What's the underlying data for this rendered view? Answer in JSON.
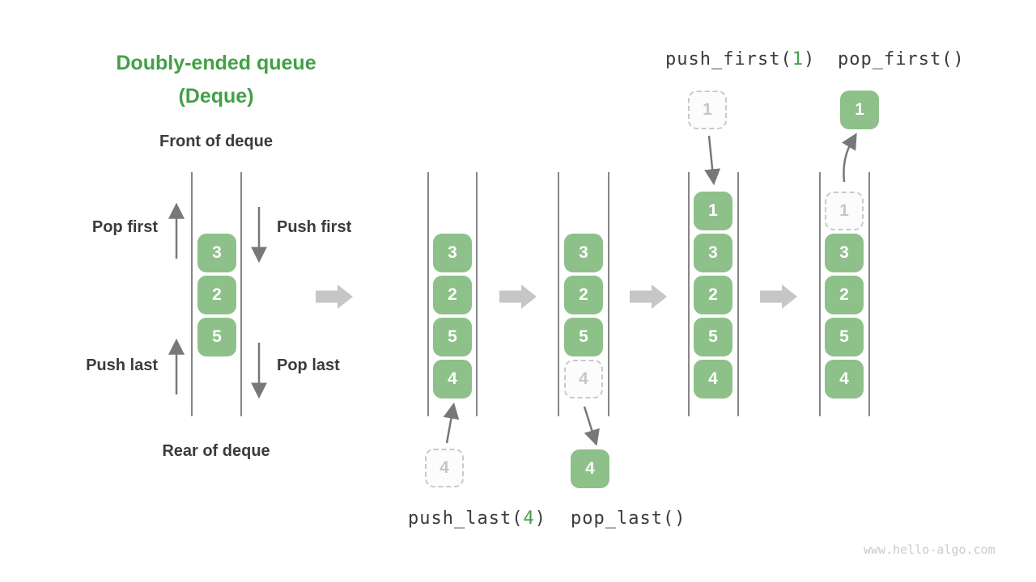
{
  "title": {
    "line1": "Doubly-ended queue",
    "line2": "(Deque)"
  },
  "deque_labels": {
    "front": "Front of deque",
    "rear": "Rear of deque"
  },
  "operation_labels": {
    "pop_first": "Pop first",
    "push_first": "Push first",
    "push_last": "Push last",
    "pop_last": "Pop last"
  },
  "code_labels": {
    "push_first": {
      "pre": "push_first(",
      "arg": "1",
      "post": ")"
    },
    "pop_first": "pop_first()",
    "push_last": {
      "pre": "push_last(",
      "arg": "4",
      "post": ")"
    },
    "pop_last": "pop_last()"
  },
  "states": {
    "initial": {
      "cells": [
        "3",
        "2",
        "5"
      ]
    },
    "after_push_last": {
      "cells": [
        "3",
        "2",
        "5",
        "4"
      ],
      "source": "4"
    },
    "after_pop_last": {
      "cells": [
        "3",
        "2",
        "5"
      ],
      "removed": "4",
      "popped": "4"
    },
    "after_push_first": {
      "cells": [
        "1",
        "3",
        "2",
        "5",
        "4"
      ],
      "source": "1"
    },
    "after_pop_first": {
      "cells": [
        "3",
        "2",
        "5",
        "4"
      ],
      "removed": "1",
      "popped": "1"
    }
  },
  "watermark": "www.hello-algo.com",
  "colors": {
    "cell_green": "#8EC08A",
    "accent_green": "#43A047",
    "text_dark": "#3B3B3B",
    "thin_arrow_gray": "#78787A",
    "block_arrow_gray": "#C6C6C6",
    "queue_line_gray": "#5F5F5F",
    "ghost_border_gray": "#C9C9C9",
    "ghost_text_gray": "#C6C6C6",
    "watermark_gray": "#CBCBCB"
  }
}
